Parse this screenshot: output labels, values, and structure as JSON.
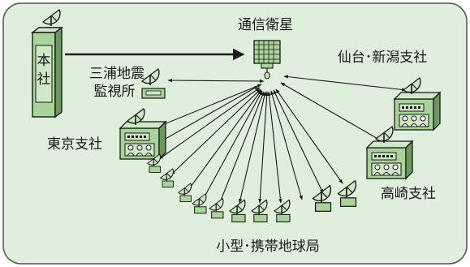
{
  "labels": {
    "satellite": "通信衛星",
    "sendai_niigata": "仙台･新潟支社",
    "miura": "三浦地震",
    "miura2": "監視所",
    "tokyo": "東京支社",
    "takasaki": "高崎支社",
    "small_portable": "小型･携帯地球局",
    "hq_top": "本",
    "hq_bottom": "社"
  },
  "colors": {
    "background": "#dfeedd",
    "frame": "#555555",
    "building_fill": "#a8d49a",
    "building_dark": "#6c9a5e",
    "dish_fill": "#cfe8c5",
    "stroke": "#1a1a1a"
  }
}
